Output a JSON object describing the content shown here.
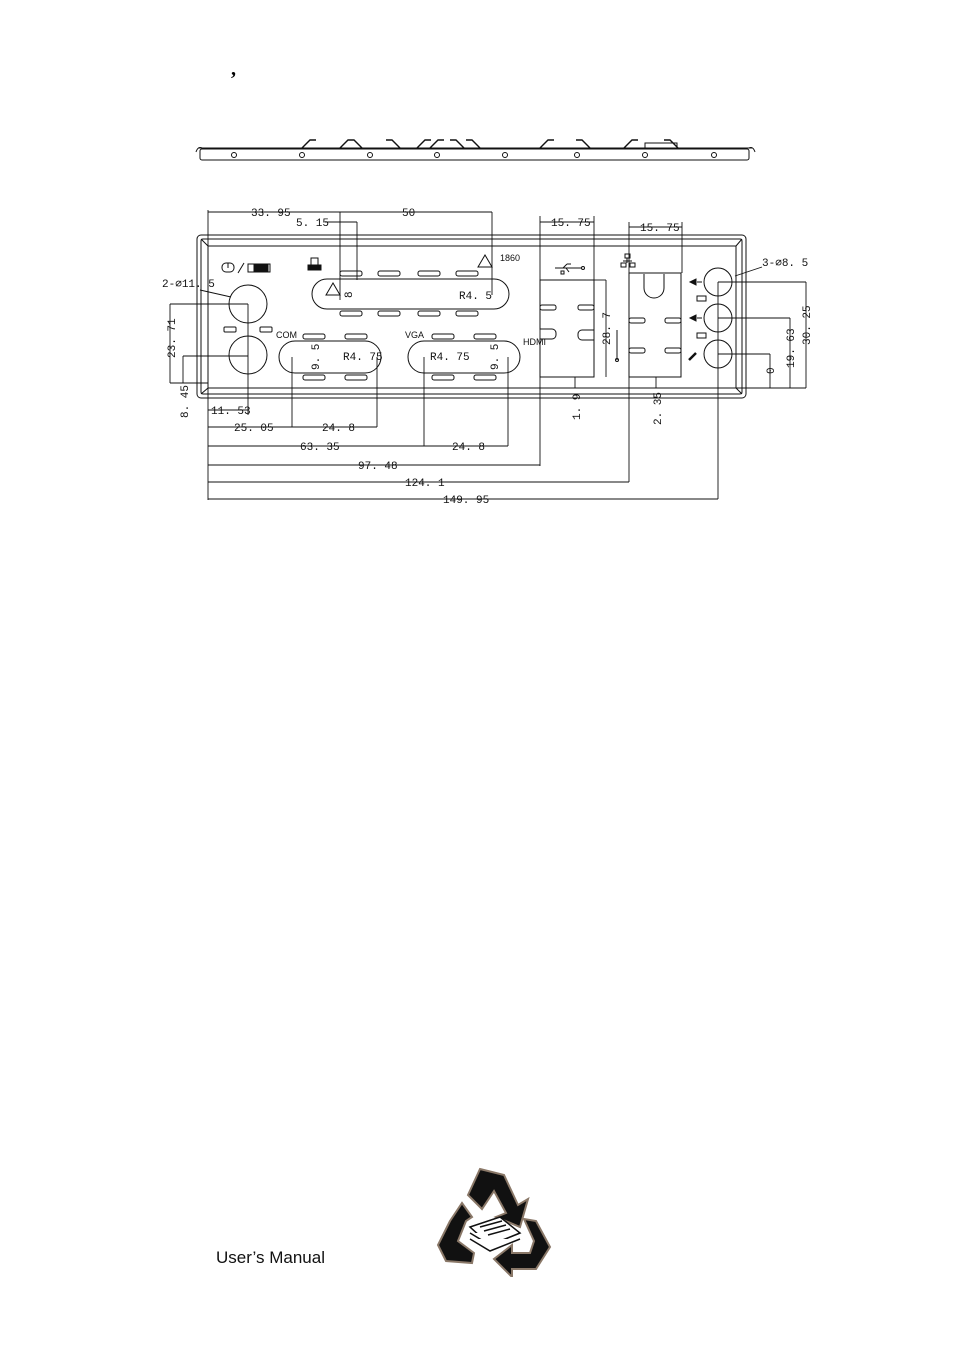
{
  "page": {
    "top_mark": ",",
    "footer_label": "User’s Manual"
  },
  "drawing": {
    "port_labels": {
      "com": "COM",
      "vga": "VGA",
      "hdmi": "HDMI",
      "part_no": "1860"
    },
    "dimensions": {
      "d_33_95": "33. 95",
      "d_50": "50",
      "d_5_15": "5. 15",
      "d_15_75_usb": "15. 75",
      "d_15_75_lan": "15. 75",
      "d_2_dia_11_5": "2-⌀11. 5",
      "d_3_dia_8_5": "3-⌀8. 5",
      "d_r4_5": "R4. 5",
      "d_r4_75_com": "R4. 75",
      "d_r4_75_vga": "R4. 75",
      "d_9_5_com": "9. 5",
      "d_9_5_vga": "9. 5",
      "d_8": "8",
      "d_28_7": "28. 7",
      "d_23_71": "23. 71",
      "d_8_45": "8. 45",
      "d_11_53": "11. 53",
      "d_25_05": "25. 05",
      "d_24_8_a": "24. 8",
      "d_63_35": "63. 35",
      "d_24_8_b": "24. 8",
      "d_97_48": "97. 48",
      "d_124_1": "124. 1",
      "d_149_95": "149. 95",
      "d_1_9": "1. 9",
      "d_2_35": "2. 35",
      "d_19_63": "19. 63",
      "d_30_25": "30. 25",
      "d_0": "0"
    }
  }
}
